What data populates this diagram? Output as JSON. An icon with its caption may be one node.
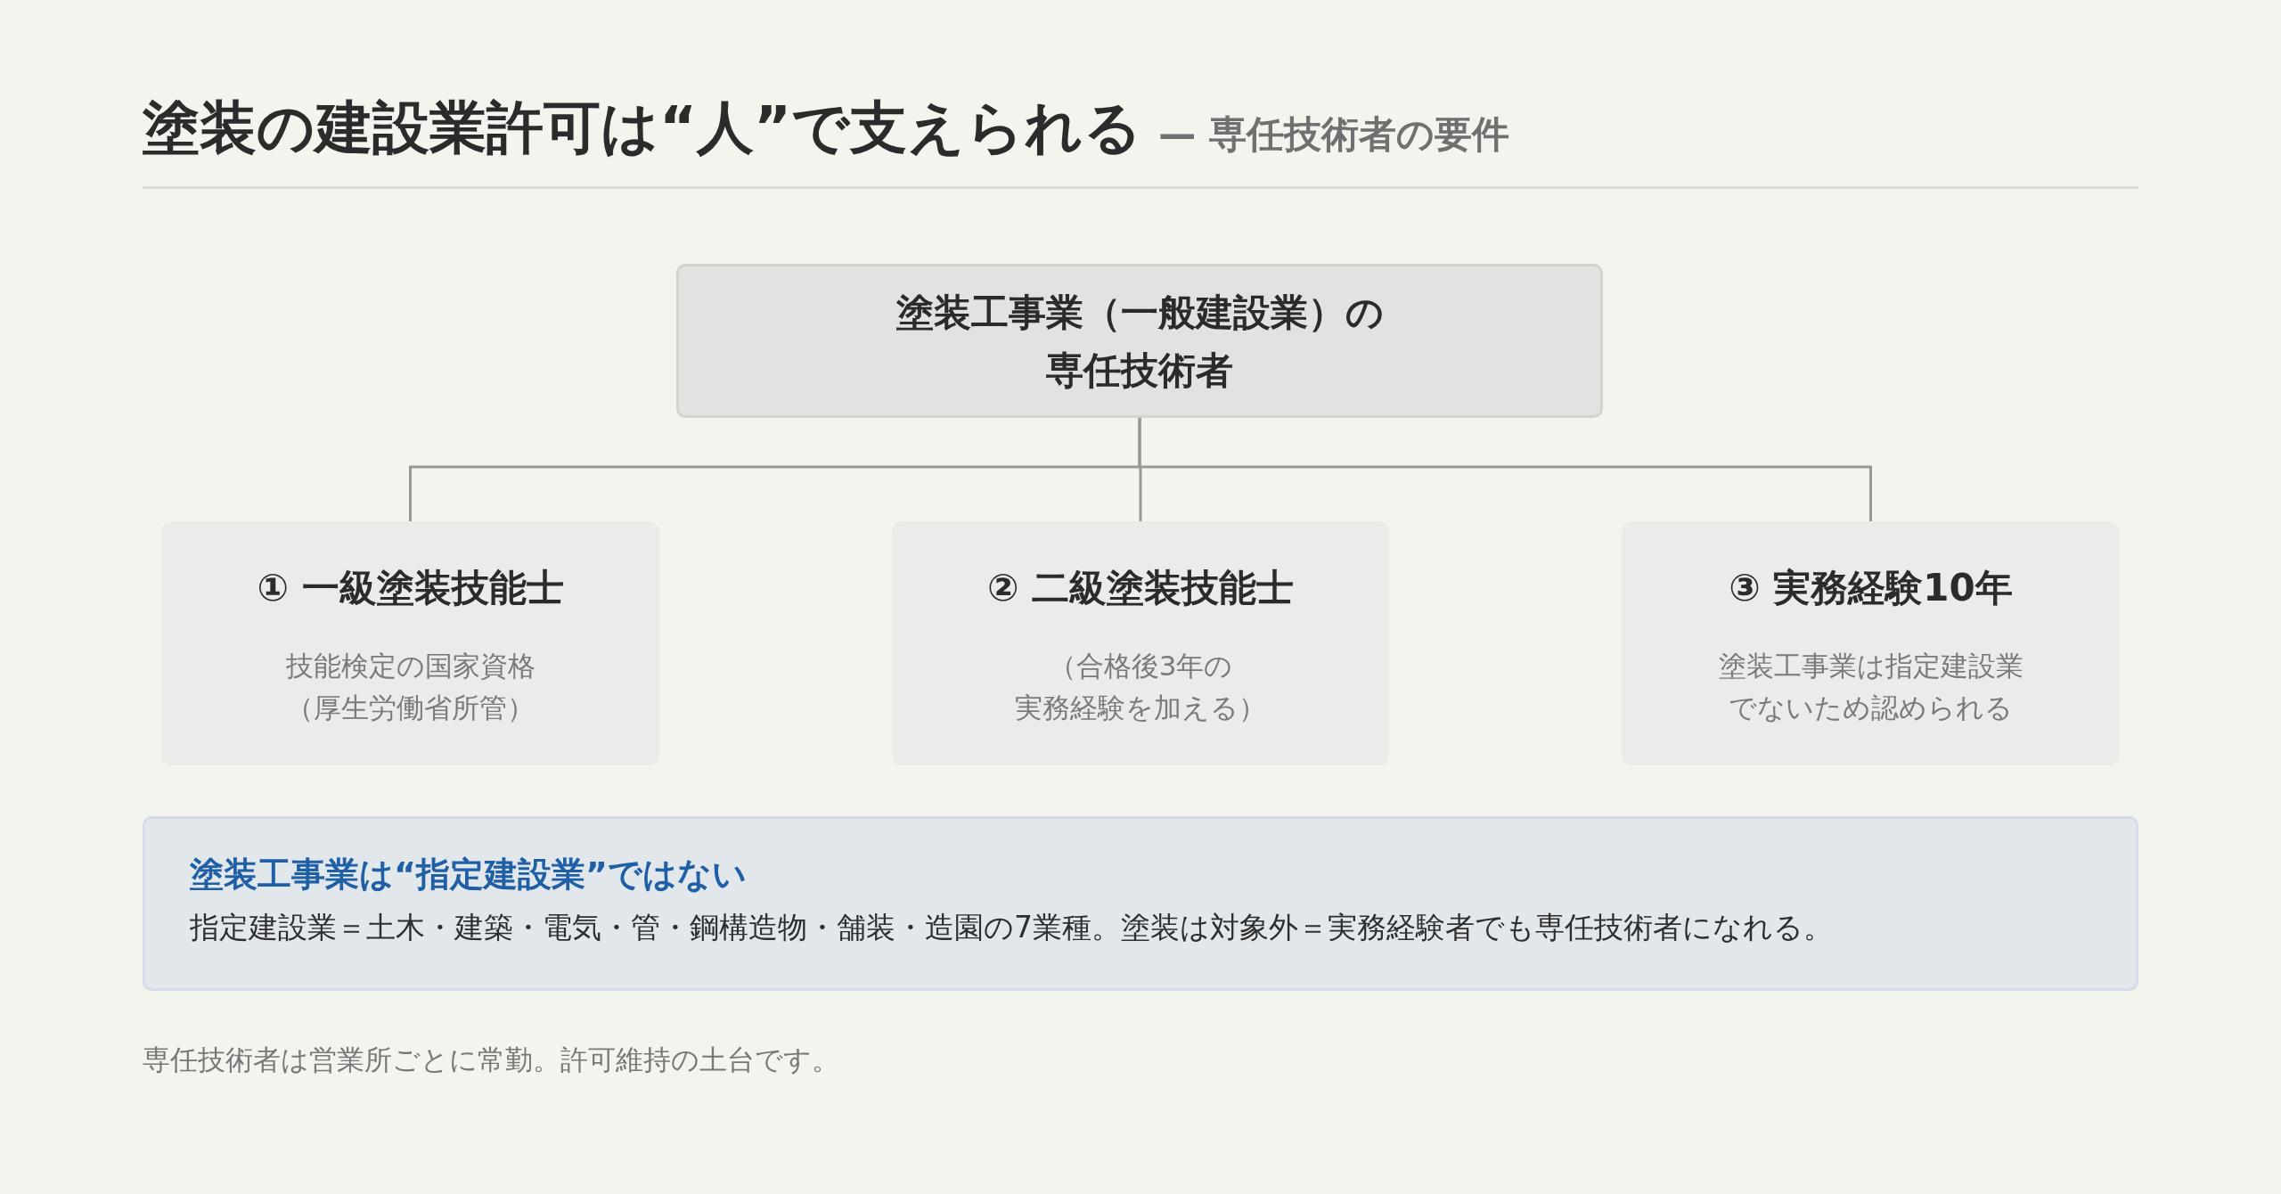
{
  "diagram": {
    "title": "塗装の建設業許可は**“人”**で支えられる",
    "nodes": [
      {
        "text": [
          "塗装工事業（一般建設業）の専任技術者"
        ]
      },
      {
        "text": [
          "① 一級塗装技能士",
          "技能検定の国家資格（厚生労働省所管）"
        ]
      },
      {
        "text": [
          "② 二級塗装技能士",
          "（合格後3年の実務経験を加える）"
        ]
      },
      {
        "text": [
          "③ 実務経験10年",
          "塗装工事業は指定建設業でないため認められる"
        ]
      },
      {
        "text": [
          "塗装工事業は“指定建設業”ではない",
          "指定建設業＝土木・建築・電気・管・鋼構造物・舗装・造園の7業種。塗装は対象外＝実務経験者でも専任技術者になれる。"
        ]
      }
    ],
    "edges": [
      {
        "from": 0,
        "to": 1,
        "arrow": "none"
      },
      {
        "from": 0,
        "to": 2,
        "arrow": "none"
      },
      {
        "from": 0,
        "to": 3,
        "arrow": "none"
      }
    ],
    "labels": [
      "— 専任技術者の要件"
    ],
    "caption": "専任技術者は営業所ごとに常勤。許可維持の土台です。"
  }
}
